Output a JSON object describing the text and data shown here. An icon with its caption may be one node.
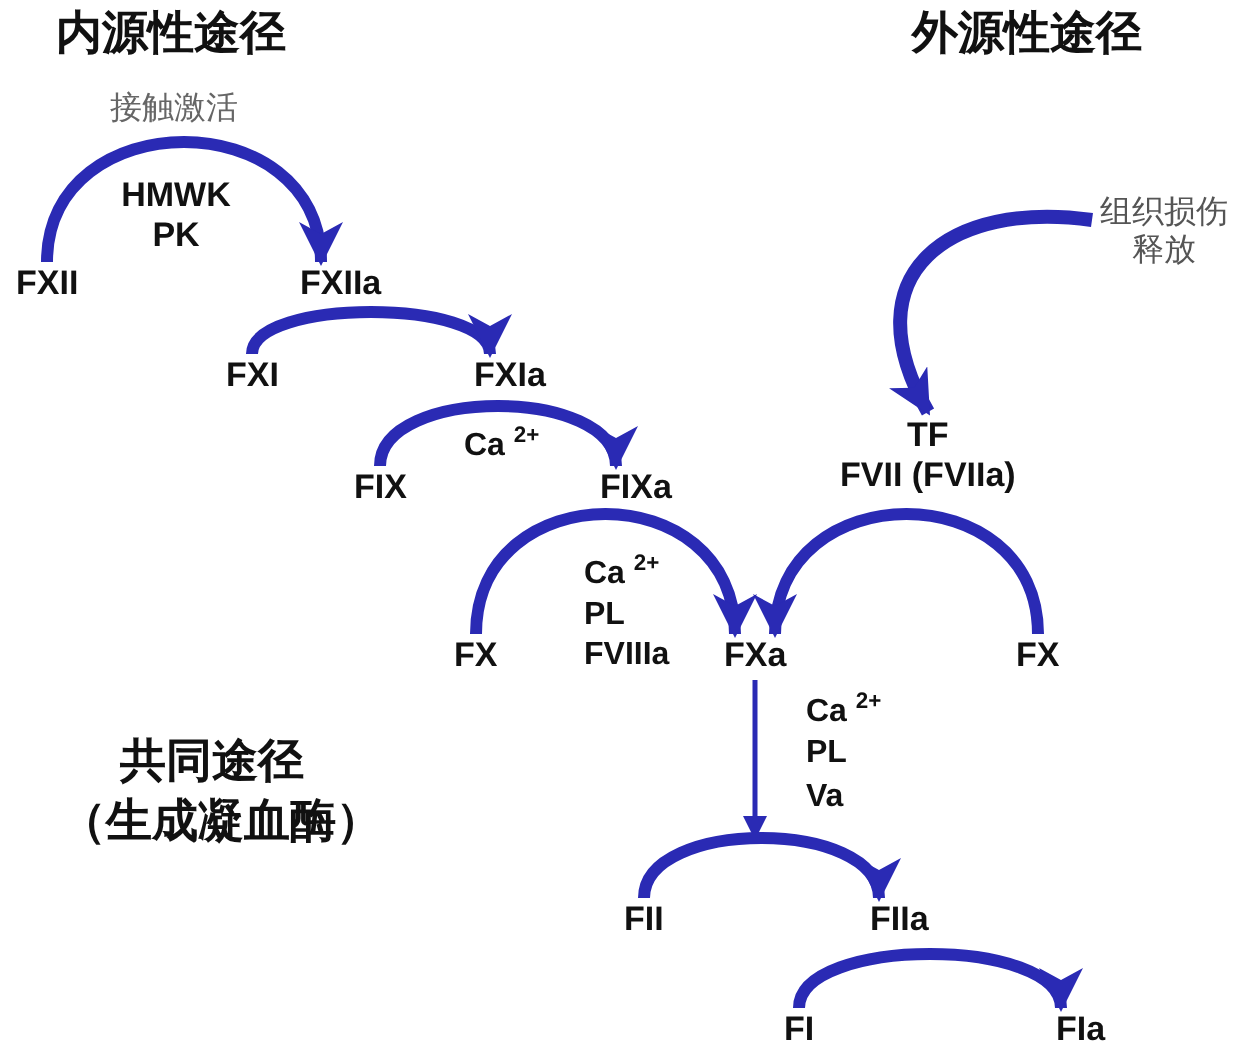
{
  "diagram": {
    "nodes": [
      {
        "text": [
          "FXII"
        ]
      },
      {
        "text": [
          "FXIIa"
        ]
      },
      {
        "text": [
          "FXI"
        ]
      },
      {
        "text": [
          "FXIa"
        ]
      },
      {
        "text": [
          "FIX"
        ]
      },
      {
        "text": [
          "FIXa"
        ]
      },
      {
        "text": [
          "FX"
        ]
      },
      {
        "text": [
          "FXa"
        ]
      },
      {
        "text": [
          "FX"
        ]
      },
      {
        "text": [
          "TF",
          "FVII (FVIIa)"
        ]
      },
      {
        "text": [
          "组织损伤释放"
        ]
      },
      {
        "text": [
          "FII"
        ]
      },
      {
        "text": [
          "FIIa"
        ]
      },
      {
        "text": [
          "FI"
        ]
      },
      {
        "text": [
          "FIa"
        ]
      }
    ],
    "edges": [
      {
        "from": 0,
        "to": 1,
        "arrow": "to"
      },
      {
        "from": 2,
        "to": 3,
        "arrow": "to"
      },
      {
        "from": 4,
        "to": 5,
        "arrow": "to"
      },
      {
        "from": 6,
        "to": 7,
        "arrow": "to"
      },
      {
        "from": 8,
        "to": 7,
        "arrow": "to"
      },
      {
        "from": 10,
        "to": 9,
        "arrow": "to"
      },
      {
        "from": 7,
        "to": null,
        "arrow": "to"
      },
      {
        "from": 11,
        "to": 12,
        "arrow": "to"
      },
      {
        "from": 13,
        "to": 14,
        "arrow": "to"
      }
    ],
    "labels": [
      "内源性途径",
      "外源性途径",
      "接触激活",
      "HMWK PK",
      "Ca $^{2+}$",
      "Ca $^{2+}$",
      "PL",
      "FVIIIa",
      "Ca $^{2+}$",
      "PL",
      "Va",
      "共同途径",
      "（生成凝血酶）"
    ]
  }
}
